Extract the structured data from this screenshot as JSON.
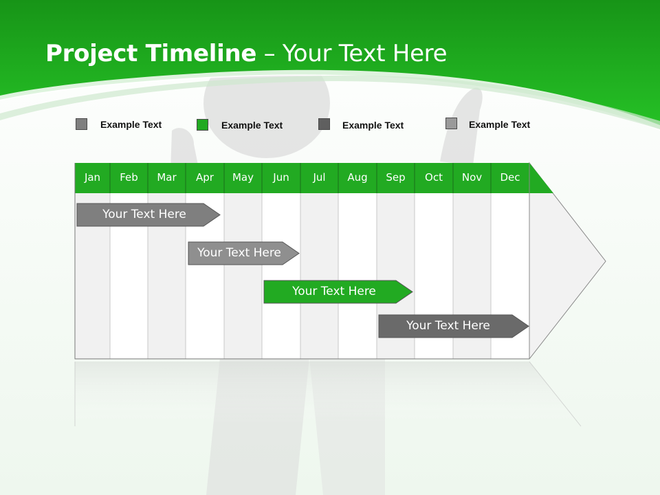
{
  "title": {
    "bold": "Project Timeline",
    "rest": " – Your Text Here"
  },
  "legend": [
    {
      "label": "Example Text",
      "color": "#7f7f7f"
    },
    {
      "label": "Example Text",
      "color": "#22aa22"
    },
    {
      "label": "Example Text",
      "color": "#5f5f5f"
    },
    {
      "label": "Example Text",
      "color": "#9a9a9a"
    }
  ],
  "months": [
    "Jan",
    "Feb",
    "Mar",
    "Apr",
    "May",
    "Jun",
    "Jul",
    "Aug",
    "Sep",
    "Oct",
    "Nov",
    "Dec"
  ],
  "bars": [
    {
      "label": "Your  Text Here",
      "color": "#7f7f7f"
    },
    {
      "label": "Your  Text Here",
      "color": "#8f8f8f"
    },
    {
      "label": "Your  Text Here",
      "color": "#22aa22"
    },
    {
      "label": "Your  Text Here",
      "color": "#6a6a6a"
    }
  ],
  "colors": {
    "header_green": "#22aa22",
    "accent_green": "#1f9d1f"
  }
}
